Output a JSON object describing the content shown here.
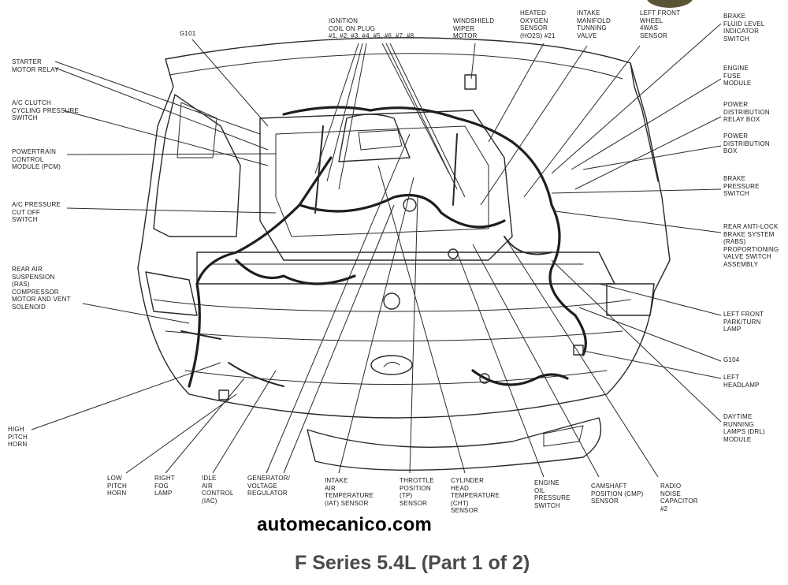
{
  "diagram": {
    "watermark": "automecanico.com",
    "title": "F Series 5.4L (Part 1 of 2)",
    "labels": {
      "ignition_coil": "IGNITION\nCOIL ON PLUG\n#1, #2, #3, #4, #5, #6, #7, #8",
      "windshield_wiper_motor": "WINDSHIELD\nWIPER\nMOTOR",
      "heated_oxygen_sensor": "HEATED\nOXYGEN\nSENSOR\n(HO2S) #21",
      "intake_manifold_valve": "INTAKE\nMANIFOLD\nTUNNING\nVALVE",
      "left_front_wheel_sensor": "LEFT FRONT\nWHEEL\n4WAS\nSENSOR",
      "brake_fluid_switch": "BRAKE\nFLUID LEVEL\nINDICATOR\nSWITCH",
      "g101": "G101",
      "starter_motor_relay": "STARTER\nMOTOR RELAY",
      "ac_clutch_switch": "A/C CLUTCH\nCYCLING PRESSURE\nSWITCH",
      "pcm": "POWERTRAIN\nCONTROL\nMODULE (PCM)",
      "ac_pressure_cutoff": "A/C PRESSURE\nCUT OFF\nSWITCH",
      "ras_compressor": "REAR AIR\nSUSPENSION\n(RAS)\nCOMPRESSOR\nMOTOR AND VENT\nSOLENOID",
      "engine_fuse_module": "ENGINE\nFUSE\nMODULE",
      "pdb_relay_box": "POWER\nDISTRIBUTION\nRELAY BOX",
      "pdb_box": "POWER\nDISTRIBUTION\nBOX",
      "brake_pressure_switch": "BRAKE\nPRESSURE\nSWITCH",
      "rabs_valve": "REAR ANTI-LOCK\nBRAKE SYSTEM\n(RABS)\nPROPORTIONING\nVALVE SWITCH\nASSEMBLY",
      "left_front_park_lamp": "LEFT FRONT\nPARK/TURN\nLAMP",
      "g104": "G104",
      "left_headlamp": "LEFT\nHEADLAMP",
      "drl_module": "DAYTIME\nRUNNING\nLAMPS (DRL)\nMODULE",
      "high_pitch_horn": "HIGH\nPITCH\nHORN",
      "low_pitch_horn": "LOW\nPITCH\nHORN",
      "right_fog_lamp": "RIGHT\nFOG\nLAMP",
      "iac": "IDLE\nAIR\nCONTROL\n(IAC)",
      "generator": "GENERATOR/\nVOLTAGE\nREGULATOR",
      "iat_sensor": "INTAKE\nAIR\nTEMPERATURE\n(IAT) SENSOR",
      "tp_sensor": "THROTTLE\nPOSITION\n(TP)\nSENSOR",
      "cht_sensor": "CYLINDER\nHEAD\nTEMPERATURE\n(CHT)\nSENSOR",
      "oil_pressure_switch": "ENGINE\nOIL\nPRESSURE\nSWITCH",
      "cmp_sensor": "CAMSHAFT\nPOSITION (CMP)\nSENSOR",
      "radio_capacitor": "RADIO\nNOISE\nCAPACITOR\n#2"
    }
  }
}
